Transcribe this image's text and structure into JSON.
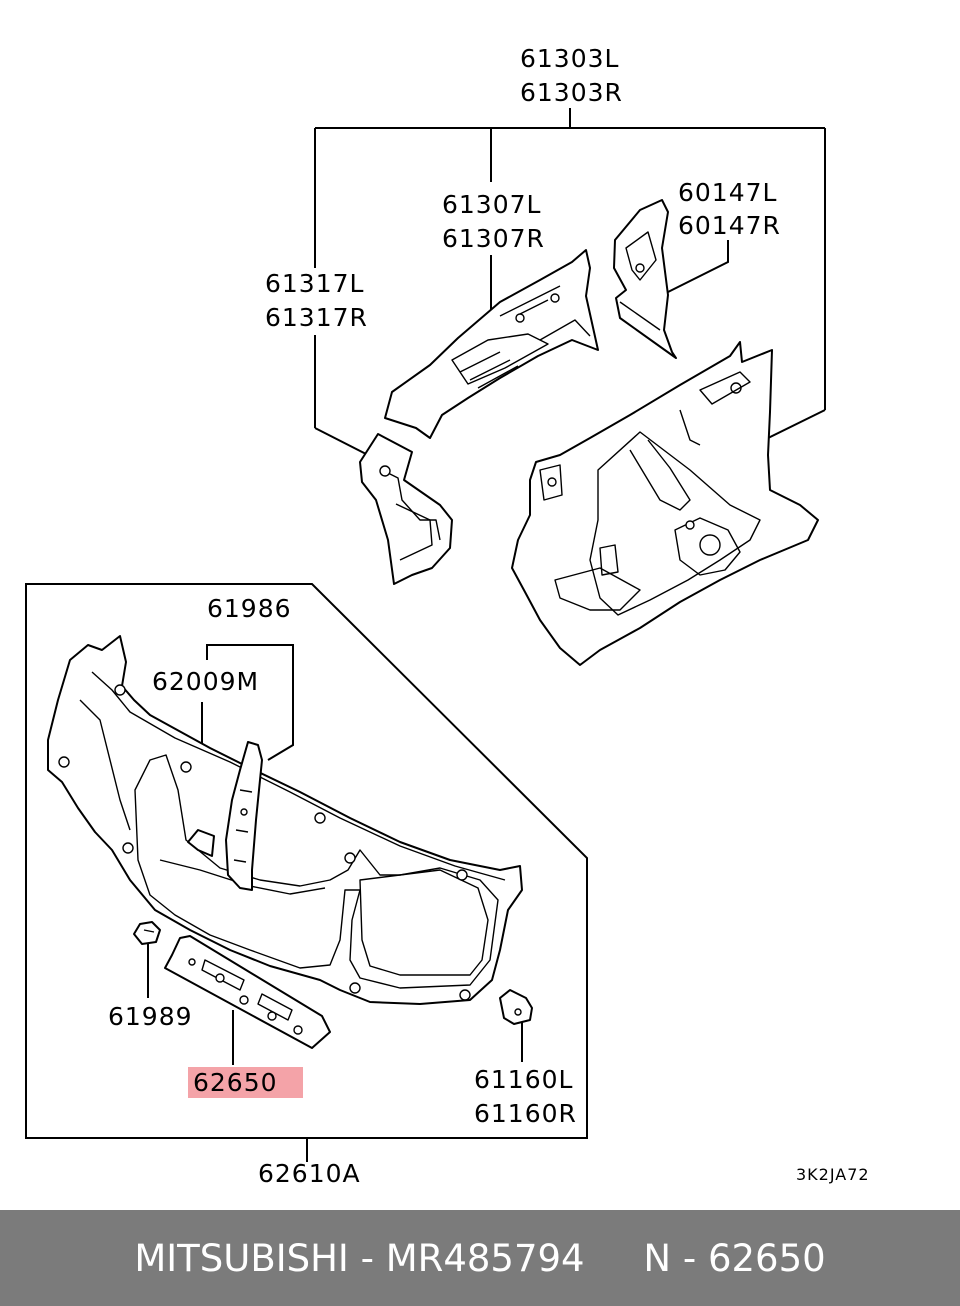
{
  "diagram": {
    "labels": {
      "p61303L": "61303L",
      "p61303R": "61303R",
      "p61307L": "61307L",
      "p61307R": "61307R",
      "p60147L": "60147L",
      "p60147R": "60147R",
      "p61317L": "61317L",
      "p61317R": "61317R",
      "p61986": "61986",
      "p62009M": "62009M",
      "p61989": "61989",
      "p62650": "62650",
      "p61160L": "61160L",
      "p61160R": "61160R",
      "p62610A": "62610A"
    },
    "diagram_code": "3K2JA72",
    "highlight_color": "#f4a3a8"
  },
  "footer": {
    "brand": "MITSUBISHI",
    "separator": " - ",
    "part_number": "MR485794",
    "ref": "N - 62650",
    "background": "#7b7b7b"
  }
}
